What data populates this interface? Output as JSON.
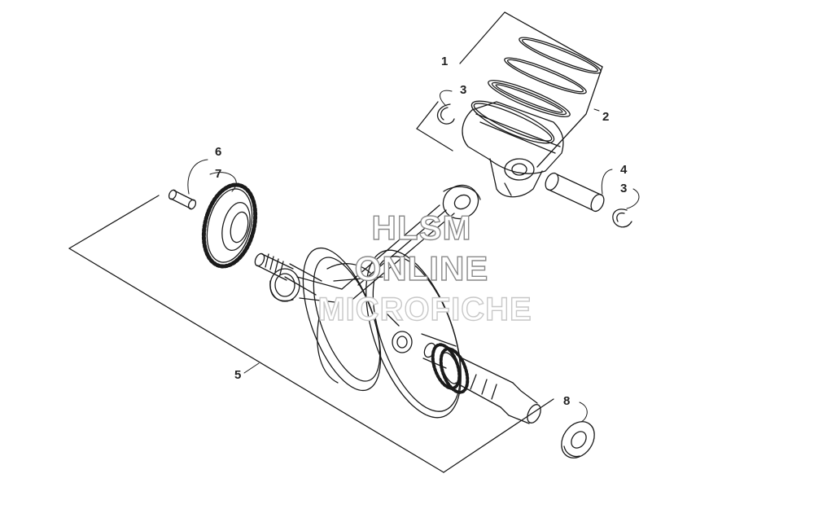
{
  "callouts": {
    "c1": "1",
    "c2": "2",
    "c3a": "3",
    "c3b": "3",
    "c4": "4",
    "c5": "5",
    "c6": "6",
    "c7": "7",
    "c8": "8"
  },
  "watermark": {
    "line1": "HLSM",
    "line2": "ONLINE",
    "line3": "MICROFICHE"
  },
  "colors": {
    "line": "#1a1a1a",
    "watermark_stroke": "#8a8a8a"
  }
}
